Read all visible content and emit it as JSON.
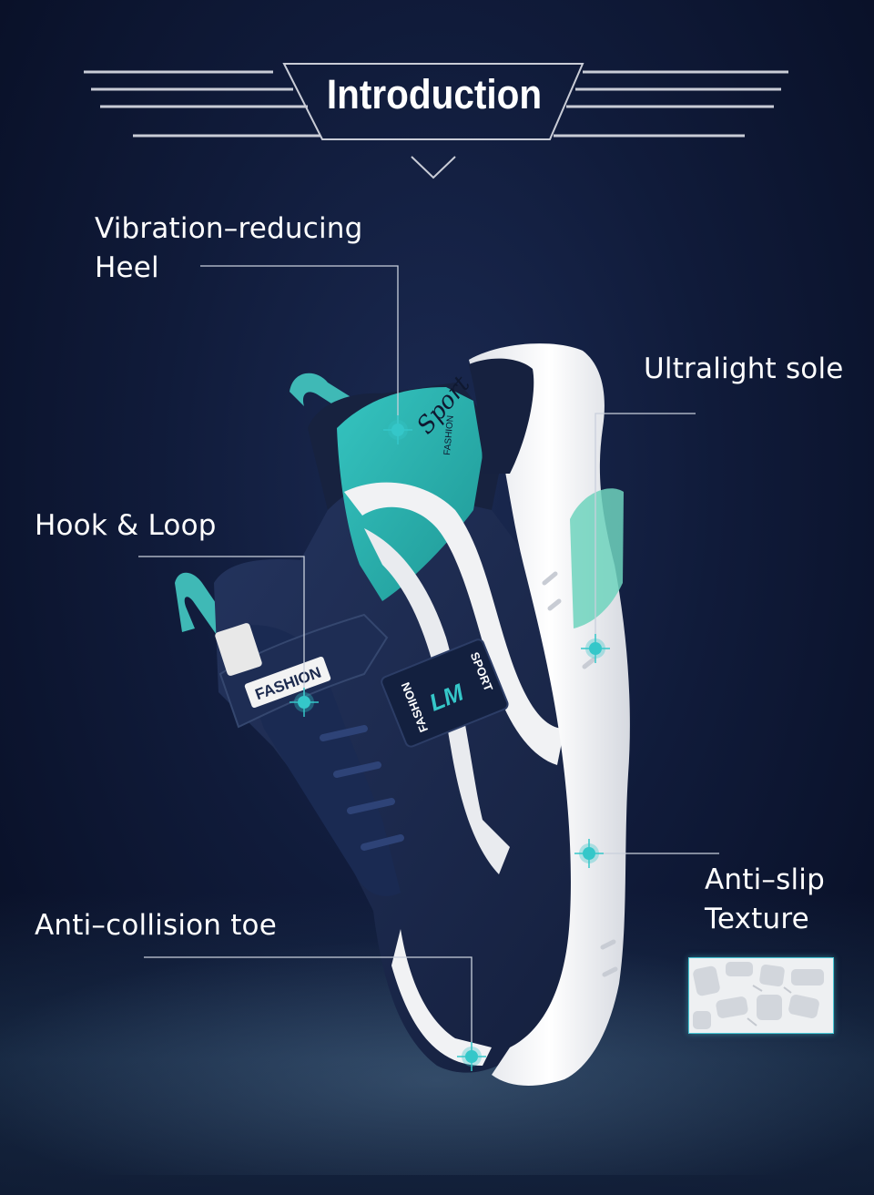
{
  "header": {
    "title": "Introduction"
  },
  "features": {
    "heel_line1": "Vibration–reducing",
    "heel_line2": "Heel",
    "sole": "Ultralight sole",
    "hook": "Hook & Loop",
    "antislip_line1": "Anti–slip",
    "antislip_line2": "Texture",
    "toe": "Anti–collision toe"
  },
  "shoe": {
    "heel_patch_text": "FASHION",
    "heel_script_text": "Sport",
    "strap_text": "FASHION",
    "side_patch_left": "FASHION",
    "side_patch_right": "SPORT",
    "side_logo": "LM"
  },
  "colors": {
    "accent": "#35c7c9",
    "shoe_navy": "#1c2a4e",
    "teal": "#27a9a6",
    "sole": "#f2f2f2",
    "background": "#0b1430"
  }
}
